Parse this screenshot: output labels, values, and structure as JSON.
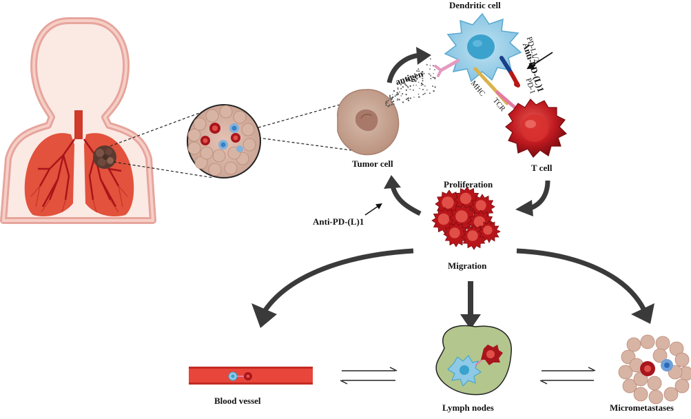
{
  "labels": {
    "dendritic_cell": "Dendritic cell",
    "anti_pdl_top": "Anti-PD-(L)1",
    "pd_l1_2": "PD-L1/2",
    "pd_1": "PD-1",
    "mhc": "MHC",
    "tcr": "TCR",
    "antigen": "antigen",
    "tumor_cell": "Tumor cell",
    "t_cell": "T cell",
    "proliferation": "Proliferation",
    "anti_pdl_left": "Anti-PD-(L)1",
    "migration": "Migration",
    "blood_vessel": "Blood vessel",
    "lymph_nodes": "Lymph nodes",
    "micrometastases": "Micrometastases"
  },
  "colors": {
    "body_outline": "#e8a8a0",
    "lung": "#d84530",
    "tumor_dark": "#5a3a30",
    "dendritic": "#8ec9e6",
    "dendritic_nucleus": "#3aa2cc",
    "t_cell": "#b8151a",
    "tumor_tan": "#c9a896",
    "lymph_node": "#b3c68e",
    "vessel": "#e8463a",
    "arrow": "#3a3a3a"
  }
}
